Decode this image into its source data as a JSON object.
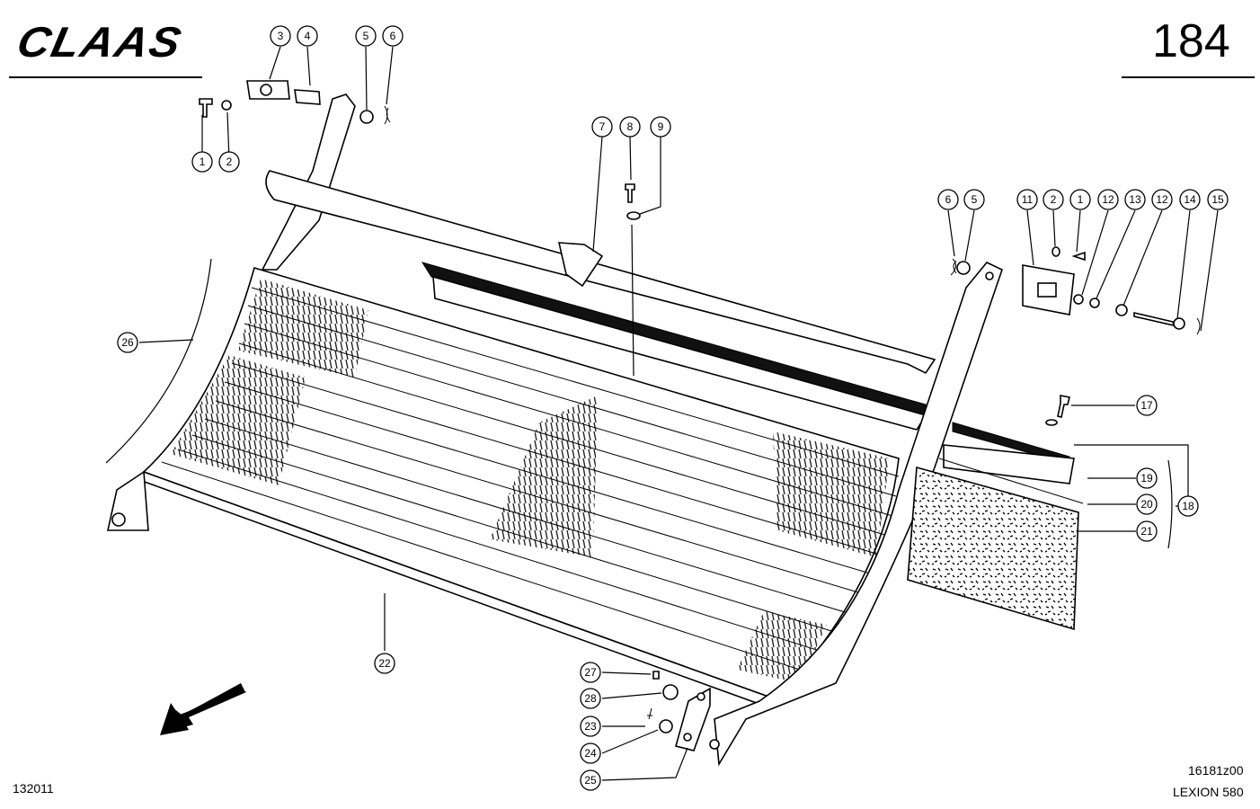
{
  "header": {
    "brand": "CLAAS",
    "page_number": "184"
  },
  "footer": {
    "left_code": "132011",
    "drawing_code": "16181z00",
    "model": "LEXION 580"
  },
  "callouts": [
    "1",
    "2",
    "3",
    "4",
    "5",
    "6",
    "7",
    "8",
    "9",
    "6",
    "5",
    "11",
    "2",
    "1",
    "12",
    "13",
    "12",
    "14",
    "15",
    "17",
    "18",
    "19",
    "20",
    "21",
    "22",
    "23",
    "24",
    "25",
    "26",
    "27",
    "28"
  ]
}
